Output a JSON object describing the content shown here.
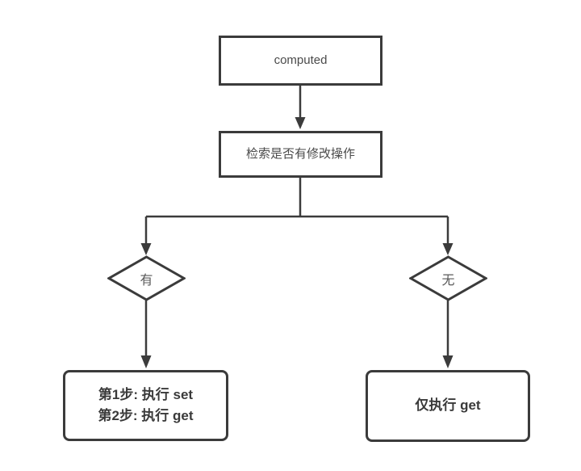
{
  "diagram_type": "flowchart",
  "colors": {
    "background": "#ffffff",
    "stroke": "#3b3b3b",
    "node_text": "#4a4a4a",
    "decision_text": "#5a5a5a",
    "result_text": "#3a3a3a"
  },
  "nodes": {
    "start": {
      "label": "computed",
      "shape": "rectangle"
    },
    "check": {
      "label": "检索是否有修改操作",
      "shape": "rectangle"
    },
    "yes": {
      "label": "有",
      "shape": "diamond"
    },
    "no": {
      "label": "无",
      "shape": "diamond"
    },
    "with_setter": {
      "line1": "第1步: 执行 set",
      "line2": "第2步: 执行 get",
      "shape": "rounded-rectangle"
    },
    "without_setter": {
      "label": "仅执行 get",
      "shape": "rounded-rectangle"
    }
  },
  "edges": [
    {
      "from": "start",
      "to": "check",
      "arrow": true
    },
    {
      "from": "check",
      "to": "yes",
      "arrow": true
    },
    {
      "from": "check",
      "to": "no",
      "arrow": true
    },
    {
      "from": "yes",
      "to": "with_setter",
      "arrow": true
    },
    {
      "from": "no",
      "to": "without_setter",
      "arrow": true
    }
  ]
}
